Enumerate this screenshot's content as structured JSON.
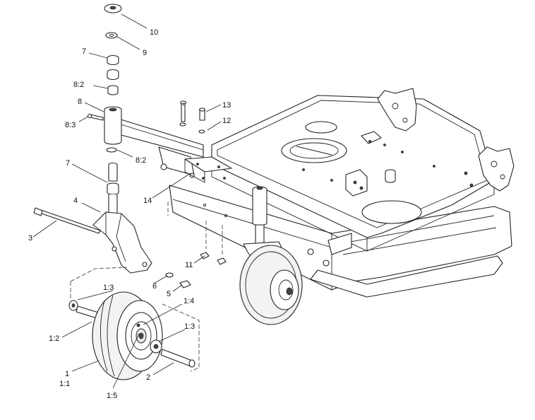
{
  "callouts": {
    "c10": "10",
    "c9": "9",
    "c7_top": "7",
    "c8_2_top": "8:2",
    "c8": "8",
    "c8_3": "8:3",
    "c8_2_bottom": "8:2",
    "c7_mid": "7",
    "c4": "4",
    "c3": "3",
    "c13": "13",
    "c12": "12",
    "c14": "14",
    "c11": "11",
    "c6": "6",
    "c5": "5",
    "c1_3_left": "1:3",
    "c1_4": "1:4",
    "c1_3_right": "1:3",
    "c1_2": "1:2",
    "c1": "1",
    "c1_1": "1:1",
    "c2": "2",
    "c1_5": "1:5"
  }
}
